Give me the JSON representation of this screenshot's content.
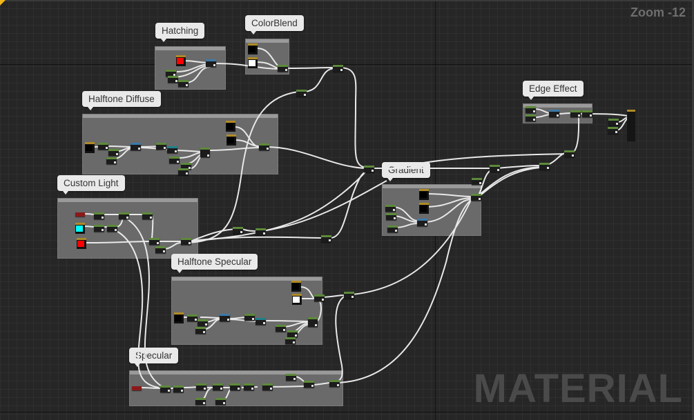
{
  "editor": {
    "zoom_label": "Zoom -12",
    "watermark": "MATERIAL",
    "accent_color": "#f2b81c",
    "wire_color": "#e9e9e9"
  },
  "comments": [
    {
      "id": "hatching",
      "title": "Hatching"
    },
    {
      "id": "colorblend",
      "title": "ColorBlend"
    },
    {
      "id": "halftone-diffuse",
      "title": "Halftone Diffuse"
    },
    {
      "id": "custom-light",
      "title": "Custom Light"
    },
    {
      "id": "gradient",
      "title": "Gradient"
    },
    {
      "id": "edge-effect",
      "title": "Edge Effect"
    },
    {
      "id": "halftone-specular",
      "title": "Halftone Specular"
    },
    {
      "id": "specular",
      "title": "Specular"
    }
  ],
  "swatch_colors": {
    "red": "#ff0000",
    "cyan": "#00ffff",
    "black": "#000000",
    "white": "#ffffff",
    "dark_red": "#7a0f12"
  },
  "output_node": {
    "name": "material-result-node"
  }
}
